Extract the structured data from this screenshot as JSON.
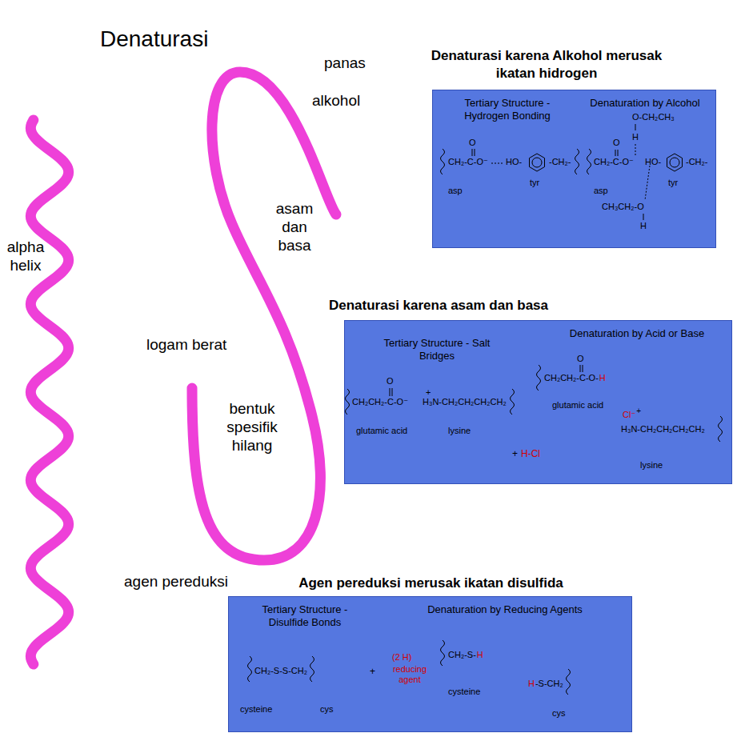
{
  "diagram": {
    "title": "Denaturasi",
    "nodes": [
      {
        "text": [
          "Denaturasi karena Alkohol merusak ikatan hidrogen",
          "Tertiary Structure - Hydrogen Bonding",
          "Denaturation by Alcohol"
        ]
      },
      {
        "text": [
          "Denaturasi karena asam dan basa",
          "Tertiary Structure - Salt Bridges",
          "Denaturation by Acid or Base"
        ]
      },
      {
        "text": [
          "Agen pereduksi merusak ikatan disulfida",
          "Tertiary Structure - Disulfide Bonds",
          "Denaturation by Reducing Agents"
        ]
      }
    ],
    "labels": [
      "alpha helix",
      "panas",
      "alkohol",
      "asam dan basa",
      "logam berat",
      "bentuk spesifik hilang",
      "agen pereduksi",
      "O",
      "CH₂-C-O⁻",
      "HO-",
      "-CH₂-",
      "asp",
      "tyr",
      "O-CH₂CH₃",
      "H",
      "O",
      "CH₂-C-O⁻",
      "HO-",
      "-CH₂-",
      "asp",
      "CH₃CH₂-O",
      "H",
      "tyr",
      "O",
      "CH₂CH₂-C-O⁻",
      "+",
      "H₃N-CH₂CH₂CH₂CH₂",
      "glutamic acid",
      "lysine",
      "O",
      "CH₂CH₂-C-O-",
      "H",
      "glutamic acid",
      "+",
      "H-Cl",
      "Cl⁻",
      "+",
      "H₃N-CH₂CH₂CH₂CH₂",
      "lysine",
      "CH₂-S-S-CH₂",
      "cysteine",
      "cys",
      "+",
      "(2 H)",
      "reducing agent",
      "CH₂-S-",
      "H",
      "cysteine",
      "H",
      "-S-CH₂",
      "cys"
    ]
  }
}
